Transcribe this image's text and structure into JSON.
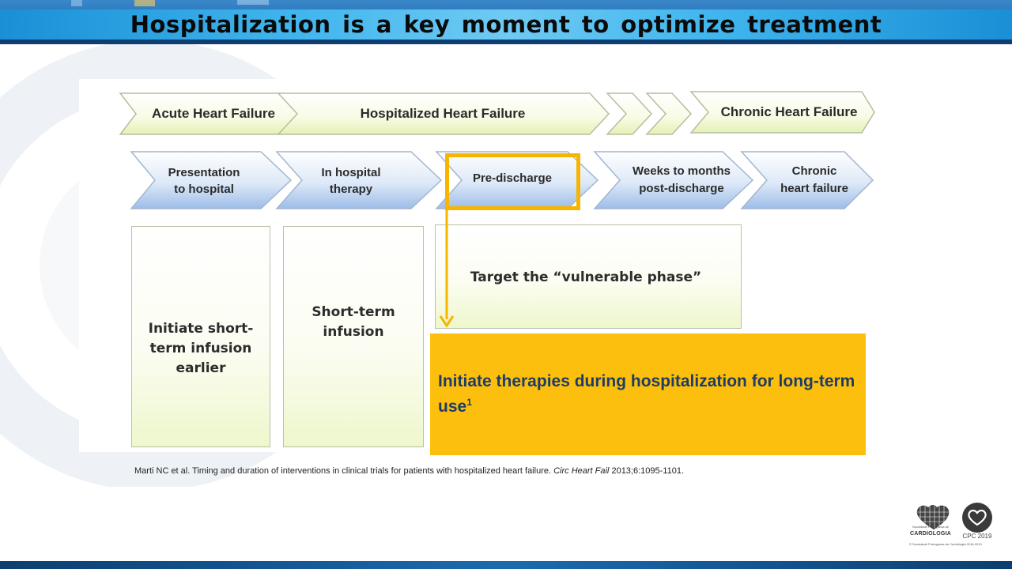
{
  "slide": {
    "title": "Hospitalization is a key moment to optimize treatment"
  },
  "top_row": [
    {
      "label": "Acute Heart Failure"
    },
    {
      "label": "Hospitalized Heart Failure"
    },
    {
      "label": "Chronic Heart Failure"
    }
  ],
  "phases": [
    {
      "label_line1": "Presentation",
      "label_line2": "to hospital"
    },
    {
      "label_line1": "In hospital",
      "label_line2": "therapy"
    },
    {
      "label_line1": "Pre-discharge",
      "label_line2": ""
    },
    {
      "label_line1": "Weeks to months",
      "label_line2": "post-discharge"
    },
    {
      "label_line1": "Chronic",
      "label_line2": "heart failure"
    }
  ],
  "boxes": {
    "initiate_short": {
      "line1": "Initiate short-",
      "line2": "term infusion",
      "line3": "earlier"
    },
    "short_term": {
      "line1": "Short-term",
      "line2": "infusion"
    },
    "vulnerable": "Target the “vulnerable phase”"
  },
  "highlight": {
    "text": "Initiate therapies during hospitalization for long-term use",
    "superscript": "1",
    "color": "#fdbf0d"
  },
  "reference": {
    "text": "Marti NC et al. Timing and  duration of interventions in clinical trials for patients with hospitalized heart failure.",
    "journal": "Circ Heart Fail",
    "citation": "2013;6:1095-1101."
  },
  "logos": {
    "spc_small": "Sociedade Portuguesa de",
    "spc_name": "CARDIOLOGIA",
    "cpc_name": "CPC 2019",
    "footer": "© Sociedade Portuguesa de Cardiologia 2018-2019"
  },
  "colors": {
    "accent_orange": "#f7b500",
    "banner_blue": "#1f6fb5",
    "phase_blue": "#a9c6ec"
  }
}
